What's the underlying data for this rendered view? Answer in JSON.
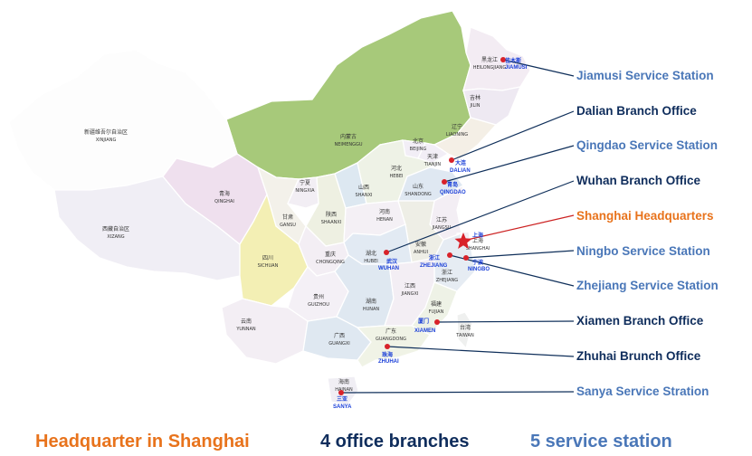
{
  "map": {
    "provinces": [
      {
        "id": "heilongjiang",
        "cn": "黑龙江",
        "py": "HEILONGJIANG",
        "color": "#f3ecf3"
      },
      {
        "id": "jilin",
        "cn": "吉林",
        "py": "JILIN",
        "color": "#eee9f2"
      },
      {
        "id": "liaoning",
        "cn": "辽宁",
        "py": "LIAONING",
        "color": "#f4efe6"
      },
      {
        "id": "neimenggu",
        "cn": "内蒙古",
        "py": "NEIMENGGU",
        "color": "#a7c97a"
      },
      {
        "id": "xinjiang",
        "cn": "新疆维吾尔自治区",
        "py": "XINJIANG",
        "color": "#fdfdfd"
      },
      {
        "id": "xizang",
        "cn": "西藏自治区",
        "py": "XIZANG",
        "color": "#f0eef5"
      },
      {
        "id": "qinghai",
        "cn": "青海",
        "py": "QINGHAI",
        "color": "#efe0ee"
      },
      {
        "id": "gansu",
        "cn": "甘肃",
        "py": "GANSU",
        "color": "#f3f1ea"
      },
      {
        "id": "ningxia",
        "cn": "宁夏",
        "py": "NINGXIA",
        "color": "#f2eef4"
      },
      {
        "id": "shaanxi",
        "cn": "陕西",
        "py": "SHAANXI",
        "color": "#eef0e2"
      },
      {
        "id": "shanxi",
        "cn": "山西",
        "py": "SHANXI",
        "color": "#dde8f1"
      },
      {
        "id": "hebei",
        "cn": "河北",
        "py": "HEBEI",
        "color": "#eef2e6"
      },
      {
        "id": "beijing",
        "cn": "北京",
        "py": "BEIJING",
        "color": "#f2eef6"
      },
      {
        "id": "tianjin",
        "cn": "天津",
        "py": "TIANJIN",
        "color": "#f2eef6"
      },
      {
        "id": "shandong",
        "cn": "山东",
        "py": "SHANDONG",
        "color": "#dfe8f2"
      },
      {
        "id": "henan",
        "cn": "河南",
        "py": "HENAN",
        "color": "#f4f0f5"
      },
      {
        "id": "sichuan",
        "cn": "四川",
        "py": "SICHUAN",
        "color": "#f3efb4"
      },
      {
        "id": "chongqing",
        "cn": "重庆",
        "py": "CHONGQING",
        "color": "#f3eef4"
      },
      {
        "id": "hubei",
        "cn": "湖北",
        "py": "HUBEI",
        "color": "#e2eaf3"
      },
      {
        "id": "anhui",
        "cn": "安徽",
        "py": "ANHUI",
        "color": "#eeeee6"
      },
      {
        "id": "jiangsu",
        "cn": "江苏",
        "py": "JIANGSU",
        "color": "#f3eef4"
      },
      {
        "id": "shanghai",
        "cn": "上海",
        "py": "SHANGHAI",
        "color": "#f3eef4"
      },
      {
        "id": "zhejiang",
        "cn": "浙江",
        "py": "ZHEJIANG",
        "color": "#e6ecf3"
      },
      {
        "id": "guizhou",
        "cn": "贵州",
        "py": "GUIZHOU",
        "color": "#f4f0f6"
      },
      {
        "id": "hunan",
        "cn": "湖南",
        "py": "HUNAN",
        "color": "#dfe8f1"
      },
      {
        "id": "jiangxi",
        "cn": "江西",
        "py": "JIANGXI",
        "color": "#f3eef4"
      },
      {
        "id": "fujian",
        "cn": "福建",
        "py": "FUJIAN",
        "color": "#eef2e6"
      },
      {
        "id": "yunnan",
        "cn": "云南",
        "py": "YUNNAN",
        "color": "#f3eef4"
      },
      {
        "id": "guangxi",
        "cn": "广西",
        "py": "GUANGXI",
        "color": "#dfe8f1"
      },
      {
        "id": "guangdong",
        "cn": "广东",
        "py": "GUANGDONG",
        "color": "#f0f3e6"
      },
      {
        "id": "taiwan",
        "cn": "台湾",
        "py": "TAIWAN",
        "color": "#eff0ef"
      },
      {
        "id": "hainan",
        "cn": "海南",
        "py": "HAINAN",
        "color": "#f0eef4"
      }
    ],
    "cities": [
      {
        "id": "jiamusi",
        "cn": "佳木斯",
        "py": "JIAMUSI"
      },
      {
        "id": "dalian",
        "cn": "大连",
        "py": "DALIAN"
      },
      {
        "id": "qingdao",
        "cn": "青岛",
        "py": "QINGDAO"
      },
      {
        "id": "wuhan",
        "cn": "武汉",
        "py": "WUHAN"
      },
      {
        "id": "shanghai",
        "cn": "上海",
        "py": ""
      },
      {
        "id": "zhejiang",
        "cn": "浙江",
        "py": "ZHEJIANG"
      },
      {
        "id": "ningbo",
        "cn": "宁波",
        "py": "NINGBO"
      },
      {
        "id": "xiamen",
        "cn": "厦门",
        "py": "XIAMEN"
      },
      {
        "id": "zhuhai",
        "cn": "珠海",
        "py": "ZHUHAI"
      },
      {
        "id": "sanya",
        "cn": "三亚",
        "py": "SANYA"
      }
    ],
    "colors": {
      "hq": "#e8731c",
      "office": "#0f2d5c",
      "station": "#4a77b8",
      "marker": "#d8222a"
    }
  },
  "legend": [
    {
      "id": "jiamusi",
      "label": "Jiamusi Service Station",
      "kind": "station"
    },
    {
      "id": "dalian",
      "label": "Dalian Branch Office",
      "kind": "office"
    },
    {
      "id": "qingdao",
      "label": "Qingdao Service Station",
      "kind": "station"
    },
    {
      "id": "wuhan",
      "label": "Wuhan Branch Office",
      "kind": "office"
    },
    {
      "id": "shanghai",
      "label": "Shanghai Headquarters",
      "kind": "hq"
    },
    {
      "id": "ningbo",
      "label": "Ningbo Service Station",
      "kind": "station"
    },
    {
      "id": "zhejiang",
      "label": "Zhejiang Service Station",
      "kind": "station"
    },
    {
      "id": "xiamen",
      "label": "Xiamen Branch Office",
      "kind": "office"
    },
    {
      "id": "zhuhai",
      "label": "Zhuhai Brunch Office",
      "kind": "office"
    },
    {
      "id": "sanya",
      "label": "Sanya Service Stration",
      "kind": "station"
    }
  ],
  "footer": {
    "hq": "Headquarter  in Shanghai",
    "offices": "4 office branches",
    "stations": "5 service station"
  }
}
